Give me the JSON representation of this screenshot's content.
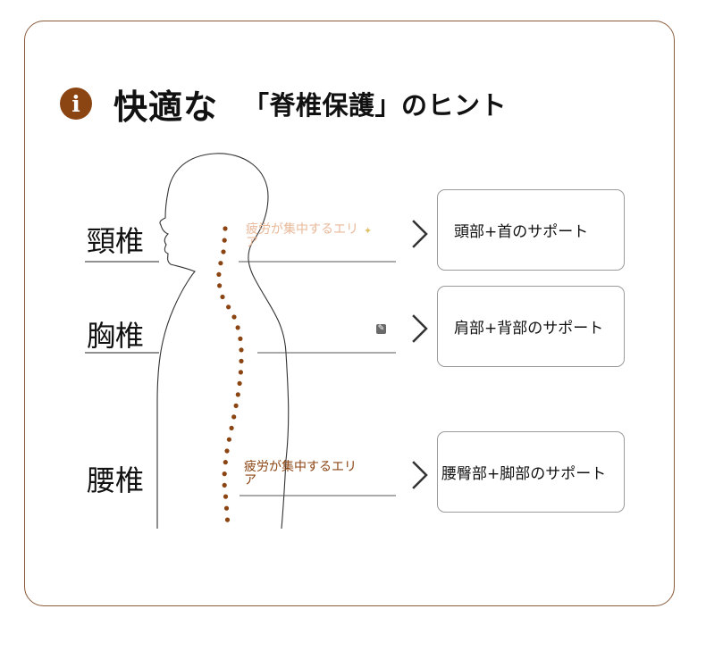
{
  "title": {
    "main": "快適な",
    "sub": "「脊椎保護」のヒント",
    "info_icon_text": "i"
  },
  "labels": {
    "neck": "頸椎",
    "chest": "胸椎",
    "waist": "腰椎"
  },
  "notes": {
    "top": "疲労が集中するエリア",
    "bottom": "疲労が集中するエリア"
  },
  "supports": [
    "頭部+首のサポート",
    "肩部+背部のサポート",
    "腰臀部+脚部のサポート"
  ],
  "colors": {
    "accent": "#8b4513",
    "card_border": "#8a5a3a",
    "box_border": "#9a9a9a"
  }
}
